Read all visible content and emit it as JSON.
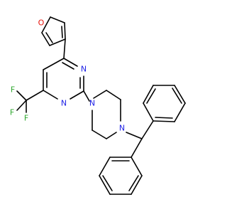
{
  "molecule": {
    "atoms": [
      {
        "id": "O1",
        "label": "O",
        "color": "#e8140c"
      },
      {
        "id": "N1",
        "label": "N",
        "color": "#1f22e6"
      },
      {
        "id": "N2",
        "label": "N",
        "color": "#1f22e6"
      },
      {
        "id": "N3",
        "label": "N",
        "color": "#1f22e6"
      },
      {
        "id": "N4",
        "label": "N",
        "color": "#1f22e6"
      },
      {
        "id": "F1",
        "label": "F",
        "color": "#2fa82f"
      },
      {
        "id": "F2",
        "label": "F",
        "color": "#2fa82f"
      },
      {
        "id": "F3",
        "label": "F",
        "color": "#2fa82f"
      }
    ],
    "bond_color": "#000000"
  }
}
